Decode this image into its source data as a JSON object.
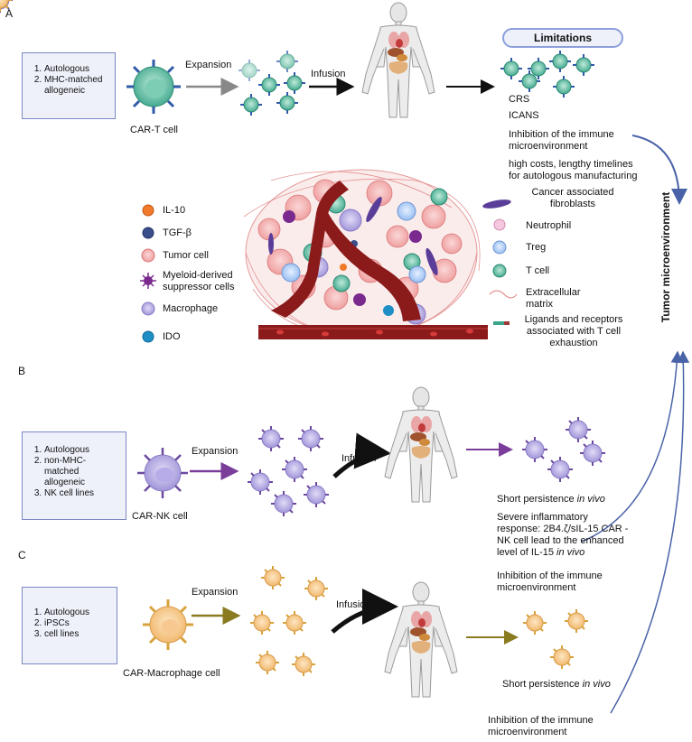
{
  "sections": {
    "a": "A",
    "b": "B",
    "c": "C"
  },
  "panel_a": {
    "sources": [
      "Autologous",
      "MHC-matched allogeneic"
    ],
    "cell_label": "CAR-T cell",
    "expansion": "Expansion",
    "infusion": "Infusion",
    "limitations_title": "Limitations",
    "limitations": [
      "CRS",
      "ICANS",
      "Inhibition of the immune microenvironment",
      "high costs, lengthy timelines for autologous manufacturing"
    ]
  },
  "tme": {
    "title": "Tumor  microenvironment",
    "legend_left": [
      "IL-10",
      "TGF-β",
      "Tumor cell",
      "Myeloid-derived suppressor cells",
      "Macrophage",
      "IDO"
    ],
    "legend_right": [
      "Cancer associated fibroblasts",
      "Neutrophil",
      "Treg",
      "T cell",
      "Extracellular matrix",
      "Ligands and receptors associated with T cell exhaustion"
    ]
  },
  "panel_b": {
    "sources": [
      "Autologous",
      "non-MHC-matched allogeneic",
      "NK cell lines"
    ],
    "cell_label": "CAR-NK cell",
    "expansion": "Expansion",
    "infusion": "Infusion",
    "short_persistence": "Short persistence",
    "in_vivo": "in vivo",
    "inflammatory": "Severe inflammatory response: 2B4.ζ/sIL-15 CAR -NK cell lead to the enhanced level of IL-15",
    "inhibition": "Inhibition of the immune microenvironment"
  },
  "panel_c": {
    "sources": [
      "Autologous",
      "iPSCs",
      "cell lines"
    ],
    "cell_label": "CAR-Macrophage cell",
    "expansion": "Expansion",
    "infusion": "Infusion",
    "short_persistence": "Short persistence",
    "in_vivo": "in vivo",
    "inhibition": "Inhibition of the immune microenvironment"
  },
  "colors": {
    "tcell": "#3aa58a",
    "nk": "#9b8fd6",
    "macrophage": "#f3c27d",
    "tumor": "#f3a6a6",
    "vessel": "#8b1a1a",
    "arrow_t": "#888888",
    "arrow_nk": "#7a3d9a",
    "arrow_mac": "#8a7a20",
    "box_border": "#7b88c4"
  }
}
